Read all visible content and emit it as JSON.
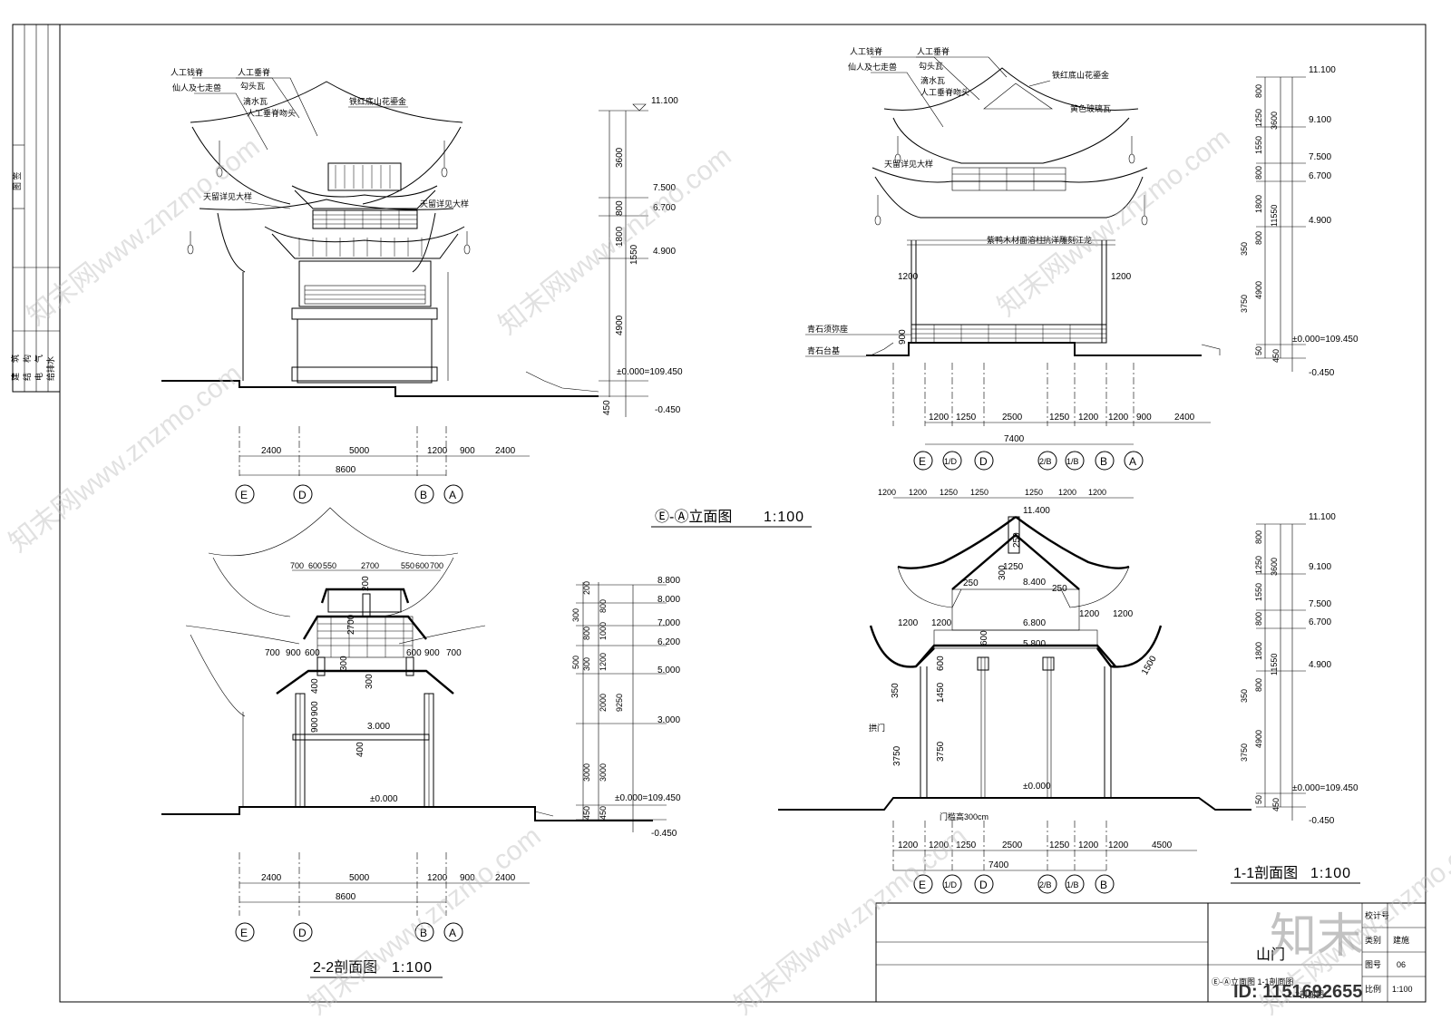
{
  "sidebar": {
    "labels": [
      "建",
      "结",
      "电",
      "给排水"
    ],
    "sub_labels": [
      "筑",
      "构",
      "气"
    ],
    "top_label": "图 签"
  },
  "views": {
    "v1": {
      "title": "Ⓔ-Ⓐ立面图",
      "scale": "1:100",
      "annotations": [
        "人工钱脊",
        "人工垂脊",
        "仙人及七走兽",
        "勾头瓦",
        "滴水瓦",
        "人工垂脊吻头",
        "铁红底山花鎏金",
        "天留详见大样",
        "天留详见大样"
      ],
      "elevations": [
        "11.100",
        "7.500",
        "6.700",
        "4.900",
        "±0.000=109.450",
        "-0.450"
      ],
      "vert_dims": [
        "3600",
        "800",
        "1800",
        "1550",
        "4900",
        "450"
      ],
      "horiz_dims": [
        "2400",
        "5000",
        "1200",
        "900",
        "2400"
      ],
      "total_dim": "8600",
      "axes": [
        "E",
        "D",
        "B",
        "A"
      ]
    },
    "v2": {
      "annotations": [
        "人工钱脊",
        "人工垂脊",
        "仙人及七走兽",
        "勾头瓦",
        "滴水瓦",
        "人工垂脊吻头",
        "铁红底山花鎏金",
        "黄色玻璃瓦",
        "天留详见大样",
        "紫鸭木材面溶柱",
        "抗洋雕刻江龙",
        "青石须弥座",
        "青石台基"
      ],
      "elevations": [
        "11.100",
        "9.100",
        "7.500",
        "6.700",
        "4.900",
        "±0.000=109.450",
        "-0.450"
      ],
      "vert_dims": [
        "800",
        "1250",
        "3600",
        "1550",
        "800",
        "1800",
        "11550",
        "350",
        "800",
        "3750",
        "4900",
        "50",
        "450"
      ],
      "horiz_dims": [
        "1200",
        "1250",
        "2500",
        "1250",
        "1200",
        "1200",
        "900",
        "2400"
      ],
      "side_dims": [
        "1200",
        "1200",
        "900"
      ],
      "total_dim": "7400",
      "axes": [
        "E",
        "1/D",
        "D",
        "2/B",
        "1/B",
        "B",
        "A"
      ]
    },
    "v3": {
      "title": "2-2剖面图",
      "scale": "1:100",
      "top_dims": [
        "700",
        "600",
        "550",
        "2700",
        "550",
        "600",
        "700"
      ],
      "mid_dims": [
        "700",
        "900",
        "600",
        "600",
        "900",
        "700"
      ],
      "inner_dims": [
        "200",
        "2700",
        "300",
        "300",
        "400",
        "900",
        "900",
        "400"
      ],
      "elevations": [
        "8.800",
        "8.000",
        "7.000",
        "6.200",
        "5.000",
        "3.000",
        "±0.000=109.450",
        "-0.450"
      ],
      "inner_elev": [
        "3.000",
        "±0.000"
      ],
      "vert_dims": [
        "200",
        "300",
        "800",
        "1000",
        "800",
        "500",
        "300",
        "1200",
        "2000",
        "9250",
        "3000",
        "3000",
        "450",
        "450"
      ],
      "horiz_dims": [
        "2400",
        "5000",
        "1200",
        "900",
        "2400"
      ],
      "total_dim": "8600",
      "axes": [
        "E",
        "D",
        "B",
        "A"
      ]
    },
    "v4": {
      "title": "1-1剖面图",
      "scale": "1:100",
      "top_dims": [
        "1200",
        "1200",
        "1250",
        "1250",
        "1250",
        "1200",
        "1200"
      ],
      "inner_elev": [
        "11.400",
        "8.400",
        "6.800",
        "5.800",
        "±0.000"
      ],
      "inner_dims": [
        "250",
        "300",
        "250",
        "250",
        "1200",
        "1200",
        "1200",
        "1200",
        "600",
        "600",
        "1450",
        "3750",
        "350",
        "1250",
        "1500"
      ],
      "note_door": "拱门",
      "note_height": "门槛高300cm",
      "elevations": [
        "11.100",
        "9.100",
        "7.500",
        "6.700",
        "4.900",
        "±0.000=109.450",
        "-0.450"
      ],
      "vert_dims": [
        "800",
        "1250",
        "3600",
        "1550",
        "800",
        "1800",
        "11550",
        "350",
        "800",
        "3750",
        "4900",
        "50",
        "450"
      ],
      "horiz_dims": [
        "1200",
        "1200",
        "1250",
        "2500",
        "1250",
        "1200",
        "1200",
        "4500"
      ],
      "total_dim": "7400",
      "axes": [
        "E",
        "1/D",
        "D",
        "2/B",
        "1/B",
        "B"
      ]
    }
  },
  "title_block": {
    "project": "山门",
    "drawing": "Ⓔ-Ⓐ立面图 1-1剖面图",
    "drawing2": "2-2剖面图",
    "rows": [
      "校计号",
      "类别",
      "图号",
      "比例"
    ],
    "values": [
      "",
      "建施",
      "06",
      "1:100"
    ]
  },
  "watermark": {
    "text": "知末网www.znzmo.com",
    "brand": "知末",
    "id": "ID: 1151692655"
  }
}
